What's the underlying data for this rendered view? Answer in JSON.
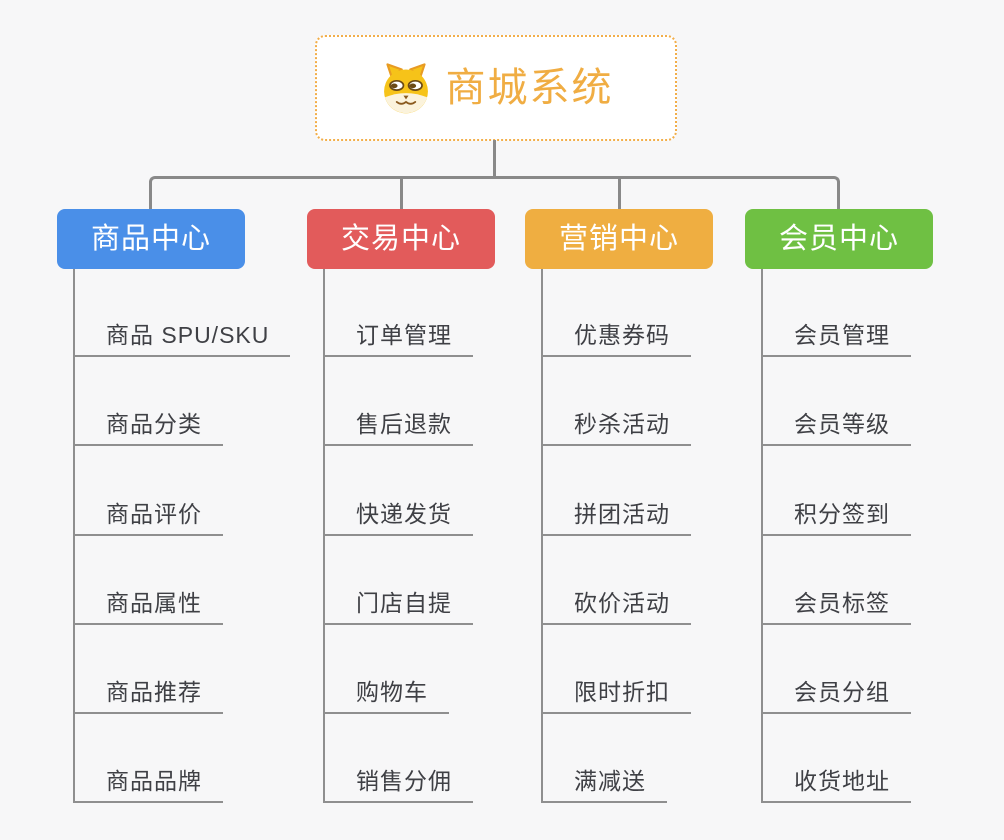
{
  "root": {
    "title": "商城系统",
    "icon": "dog-face-icon"
  },
  "branches": [
    {
      "label": "商品中心",
      "color": "#4A8FE8",
      "children": [
        "商品 SPU/SKU",
        "商品分类",
        "商品评价",
        "商品属性",
        "商品推荐",
        "商品品牌"
      ]
    },
    {
      "label": "交易中心",
      "color": "#E25B5B",
      "children": [
        "订单管理",
        "售后退款",
        "快递发货",
        "门店自提",
        "购物车",
        "销售分佣"
      ]
    },
    {
      "label": "营销中心",
      "color": "#EFAE41",
      "children": [
        "优惠券码",
        "秒杀活动",
        "拼团活动",
        "砍价活动",
        "限时折扣",
        "满减送"
      ]
    },
    {
      "label": "会员中心",
      "color": "#6FC043",
      "children": [
        "会员管理",
        "会员等级",
        "积分签到",
        "会员标签",
        "会员分组",
        "收货地址"
      ]
    }
  ],
  "colors": {
    "background": "#F7F7F8",
    "connector": "#898989",
    "leaf_line": "#8F8F8F",
    "leaf_text": "#3F4045",
    "branch_text": "#FFFFFF",
    "root_title": "#F0AD43",
    "root_border": "#F2AE4A"
  }
}
